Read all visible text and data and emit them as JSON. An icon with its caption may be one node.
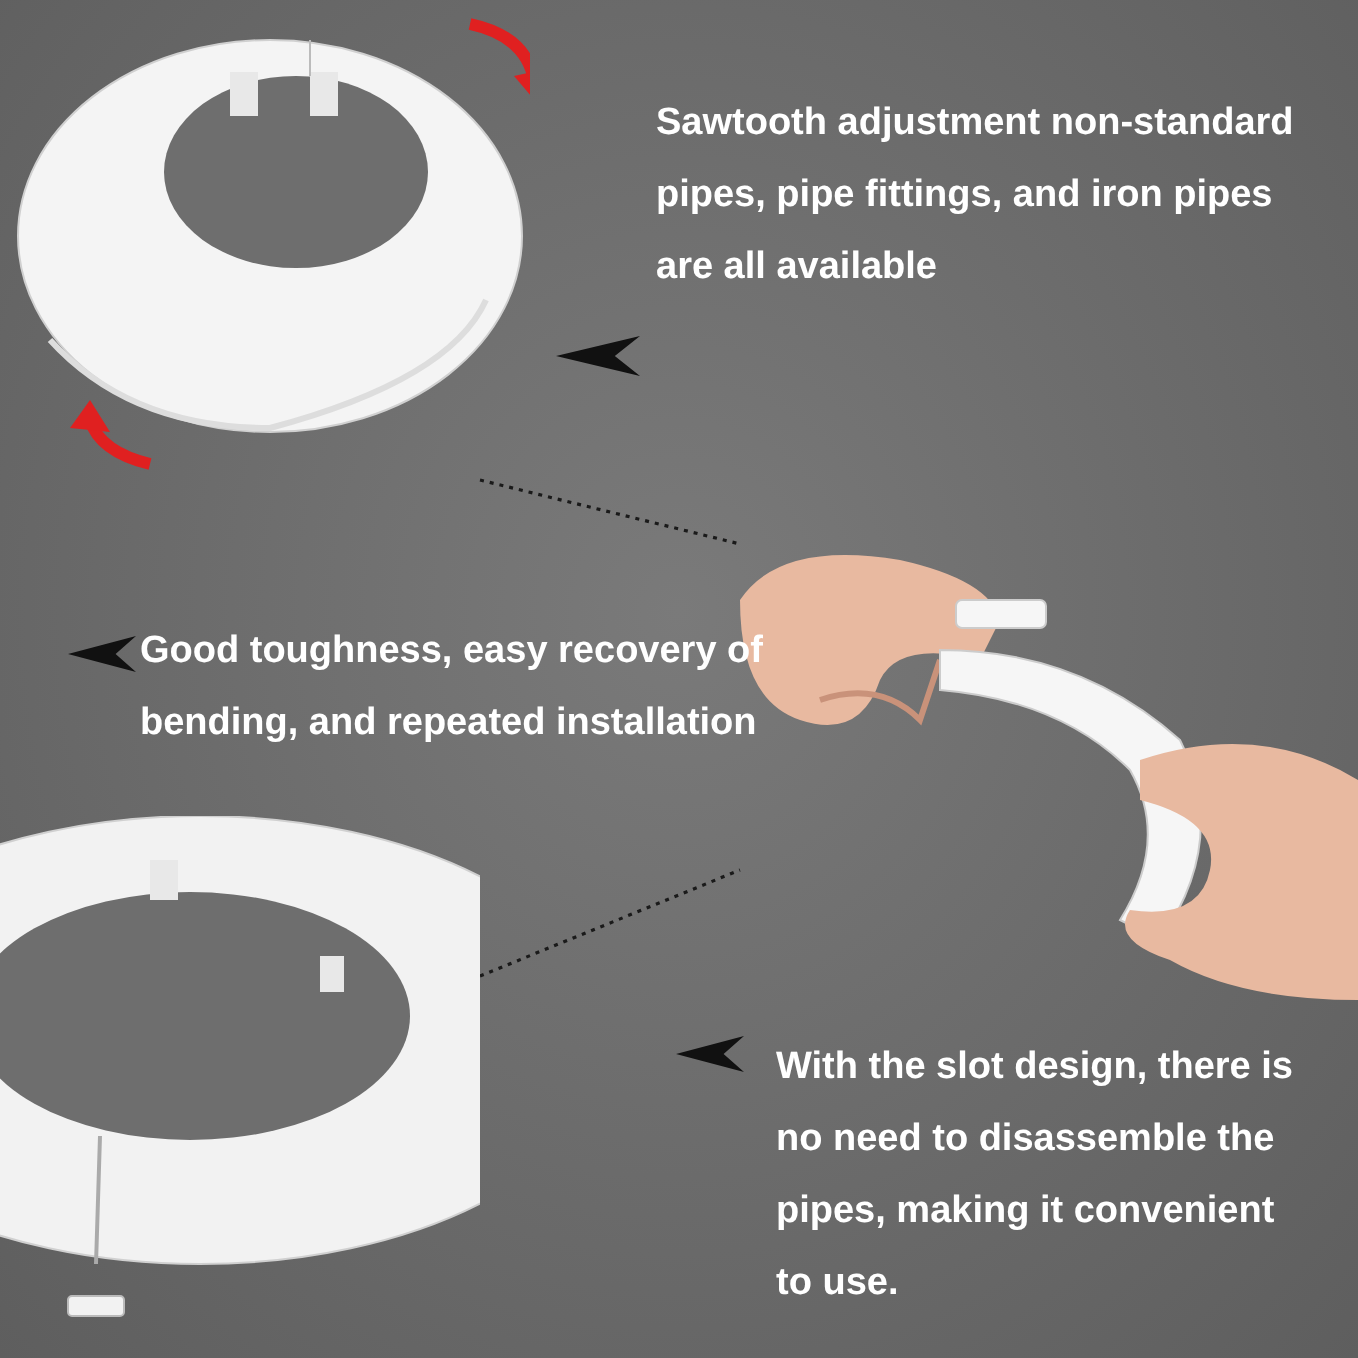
{
  "diagram": {
    "nodes": [
      {
        "text": [],
        "shape": "picture"
      },
      {
        "text": [],
        "shape": "picture"
      },
      {
        "text": [],
        "shape": "picture"
      }
    ],
    "edges": [
      {
        "from": 0,
        "to": 1,
        "arrow": "none",
        "style": "dashed"
      },
      {
        "from": 2,
        "to": 1,
        "arrow": "none",
        "style": "dashed"
      }
    ],
    "labels": [
      "Sawtooth adjustment non-standard pipes, pipe fittings, and iron pipes are all available",
      "Good toughness, easy recovery of bending, and repeated installation",
      "With the slot design, there is no need to disassemble the pipes, making it convenient to use."
    ]
  }
}
